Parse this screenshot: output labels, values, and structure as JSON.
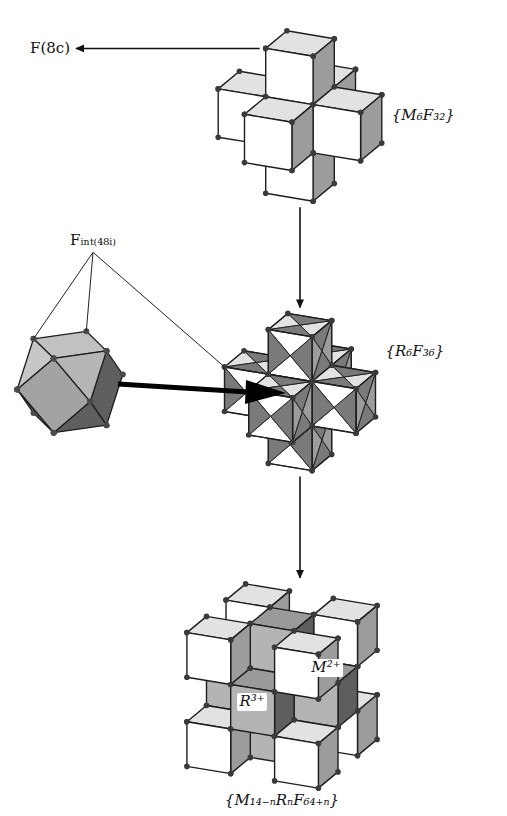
{
  "diagram": {
    "labels": [
      "F(8c)",
      "{M₆F₃₂}",
      "Fᵢₙₜ₍₄₈ᵢ₎",
      "{R₆F₃₆}",
      "M²⁺",
      "R³⁺",
      "{M₁₄₋ₙRₙF₆₄₊ₙ}"
    ]
  }
}
